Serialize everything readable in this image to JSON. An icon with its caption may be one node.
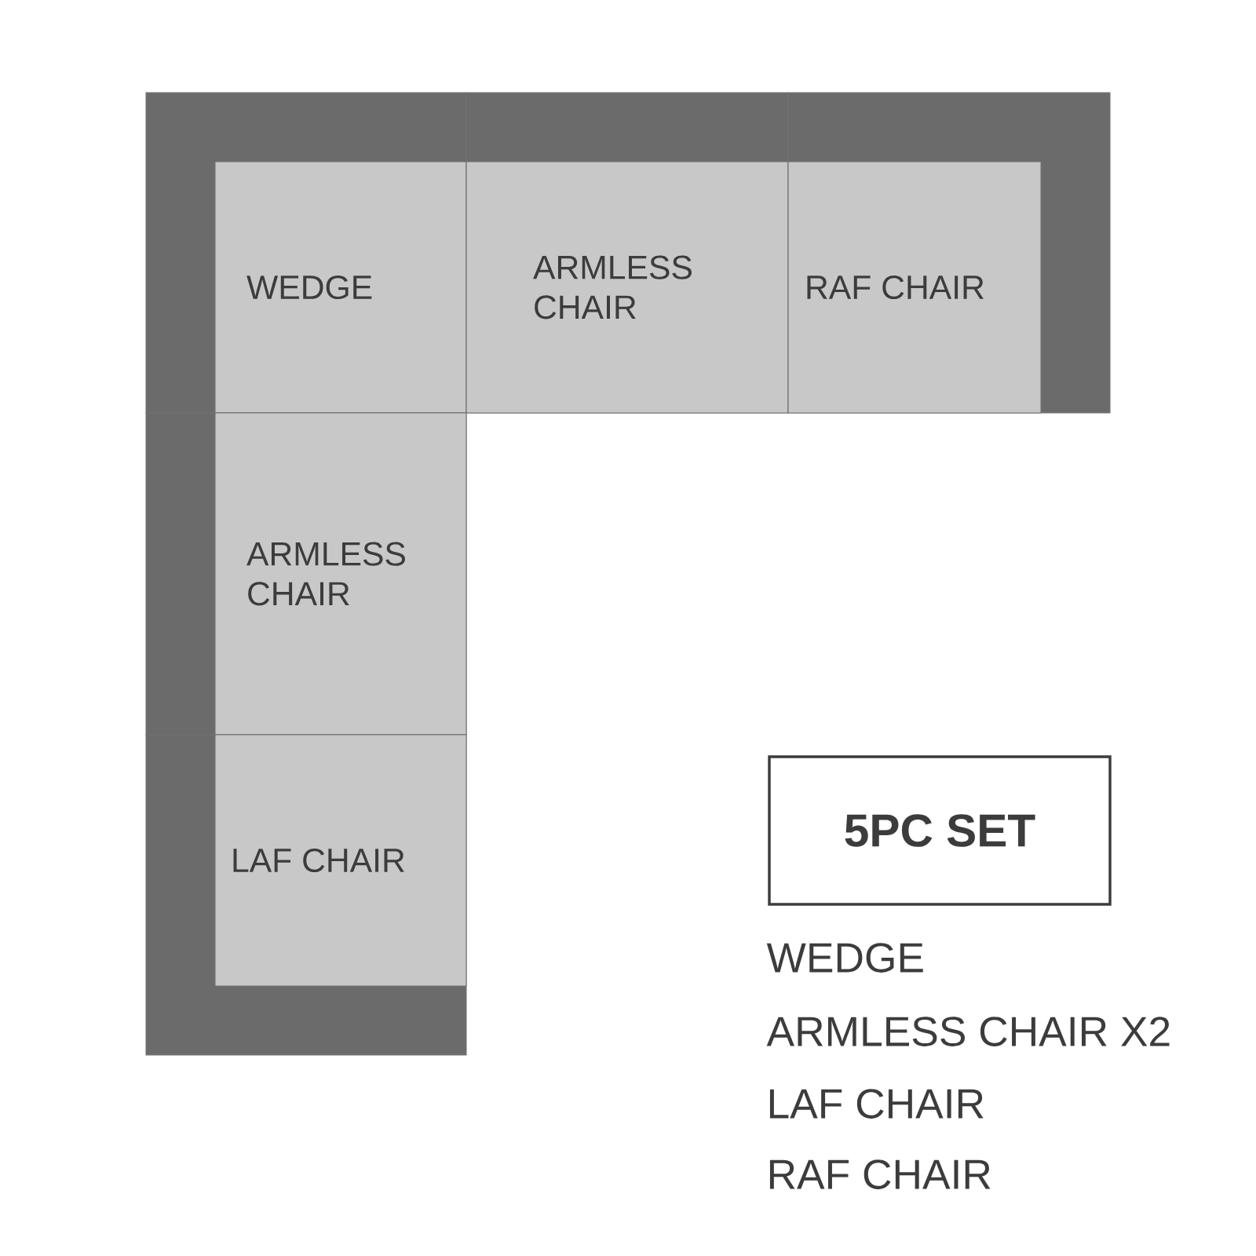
{
  "diagram": {
    "nodes": [
      {
        "text": [
          "WEDGE"
        ]
      },
      {
        "text": [
          "ARMLESS CHAIR"
        ]
      },
      {
        "text": [
          "RAF CHAIR"
        ]
      },
      {
        "text": [
          "ARMLESS CHAIR"
        ]
      },
      {
        "text": [
          "LAF CHAIR"
        ]
      },
      {
        "text": [
          "5PC SET"
        ]
      }
    ],
    "labels": [
      "WEDGE",
      "ARMLESS CHAIR X2",
      "LAF CHAIR",
      "RAF CHAIR"
    ]
  }
}
